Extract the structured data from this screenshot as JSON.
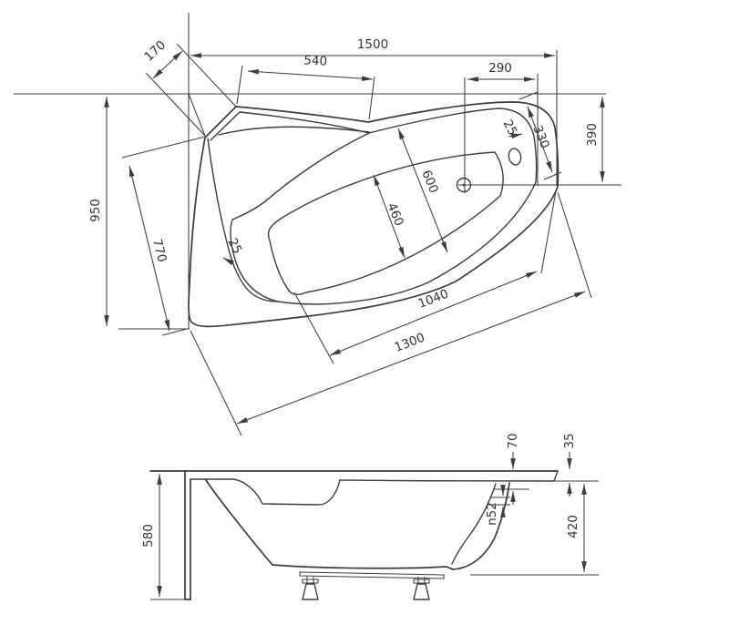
{
  "drawing_title": "corner bathtub dimension drawing",
  "colors": {
    "line": "#3c3c3c",
    "text": "#333333",
    "background": "#ffffff"
  },
  "top_view": {
    "dimensions": {
      "overall_width": "1500",
      "corner_cut": "170",
      "head_edge": "540",
      "drain_offset": "290",
      "right_depth": "390",
      "rim_corner_diag": "330",
      "rim_wall_right": "25",
      "inner_width": "600",
      "basin_width": "460",
      "rim_wall_left": "25",
      "left_diagonal": "770",
      "overall_depth": "950",
      "basin_length": "1040",
      "inner_length": "1300"
    }
  },
  "side_view": {
    "dimensions": {
      "overall_height": "580",
      "rim_overhang": "70",
      "rim_height": "35",
      "drain_diameter": "n52",
      "shell_height": "420"
    }
  }
}
